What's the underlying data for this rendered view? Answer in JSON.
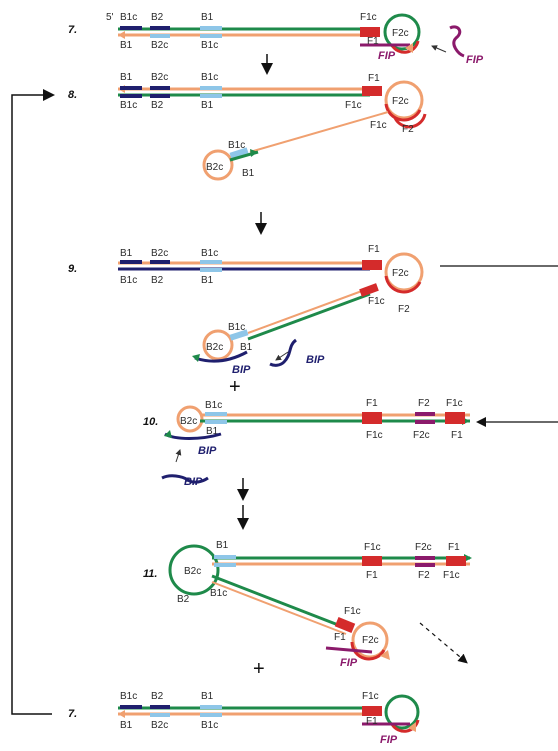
{
  "colors": {
    "green": "#1e8a4a",
    "orange": "#f0a070",
    "red": "#d42b2b",
    "light_blue": "#8ec6e8",
    "navy": "#1f1f6e",
    "purple": "#8b1a6b"
  },
  "steps": {
    "s7": "7.",
    "s8": "8.",
    "s9": "9.",
    "s10": "10.",
    "s11": "11.",
    "s7b": "7."
  },
  "labels": {
    "five_prime": "5'",
    "B1c": "B1c",
    "B2": "B2",
    "B1": "B1",
    "B2c": "B2c",
    "F1c": "F1c",
    "F2c": "F2c",
    "F1": "F1",
    "F2": "F2"
  },
  "primers": {
    "fip": "FIP",
    "bip": "BIP"
  },
  "plus": "+"
}
